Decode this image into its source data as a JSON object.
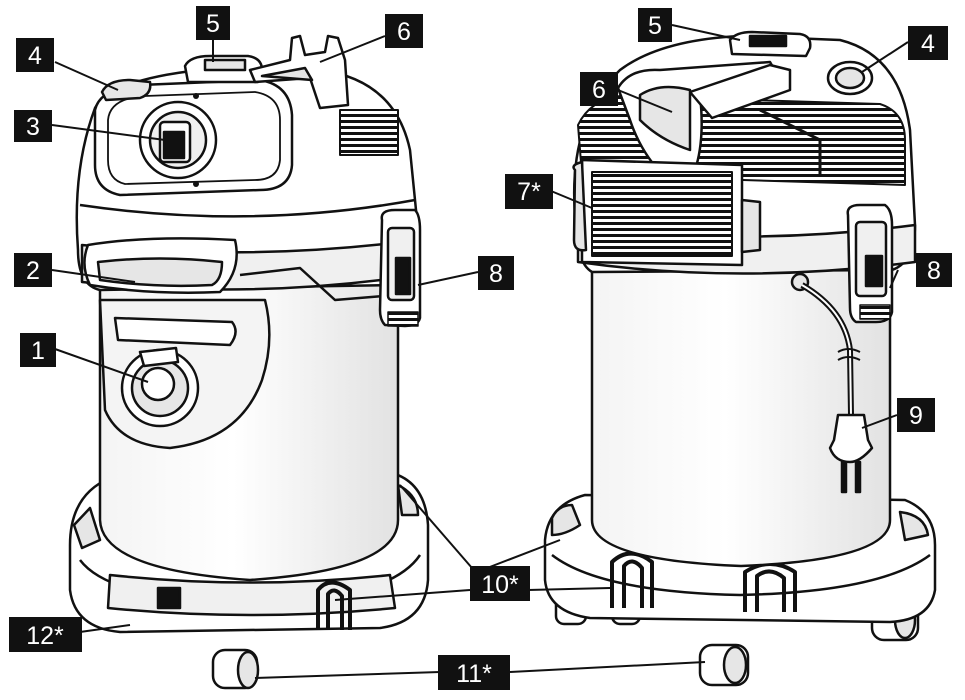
{
  "callouts": [
    {
      "id": "c4-left",
      "label": "4"
    },
    {
      "id": "c5-left",
      "label": "5"
    },
    {
      "id": "c6-left",
      "label": "6"
    },
    {
      "id": "c3",
      "label": "3"
    },
    {
      "id": "c2",
      "label": "2"
    },
    {
      "id": "c8-left",
      "label": "8"
    },
    {
      "id": "c1",
      "label": "1"
    },
    {
      "id": "c12",
      "label": "12*"
    },
    {
      "id": "c5-right",
      "label": "5"
    },
    {
      "id": "c4-right",
      "label": "4"
    },
    {
      "id": "c6-right",
      "label": "6"
    },
    {
      "id": "c7",
      "label": "7*"
    },
    {
      "id": "c8-right",
      "label": "8"
    },
    {
      "id": "c9",
      "label": "9"
    },
    {
      "id": "c10",
      "label": "10*"
    },
    {
      "id": "c11",
      "label": "11*"
    }
  ],
  "colors": {
    "line": "#111111",
    "body": "#ffffff",
    "shade": "#e6e6e6",
    "label_bg": "#111111",
    "label_text": "#ffffff"
  }
}
